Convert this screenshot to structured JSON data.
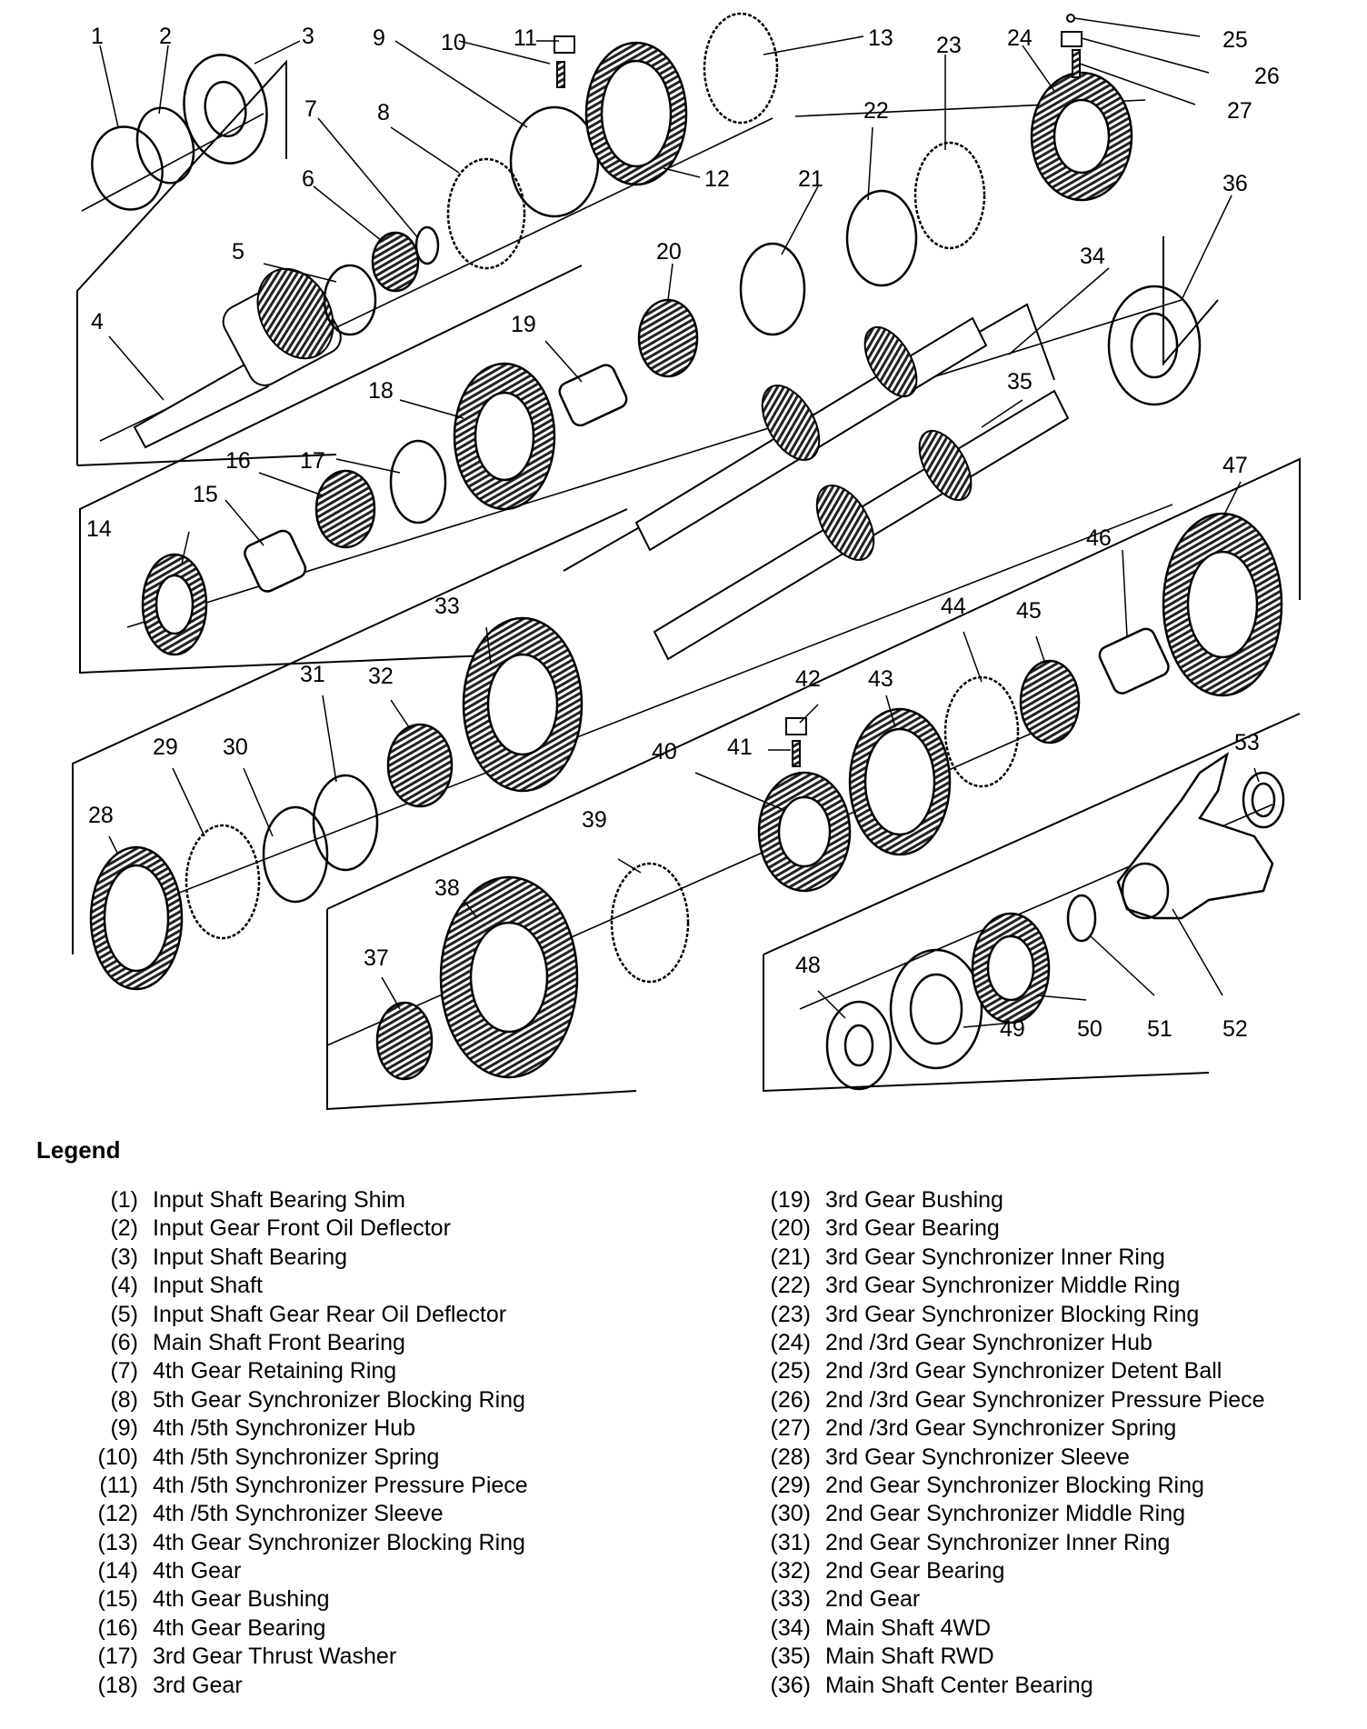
{
  "diagram": {
    "callouts": [
      "1",
      "2",
      "3",
      "4",
      "5",
      "6",
      "7",
      "8",
      "9",
      "10",
      "11",
      "12",
      "13",
      "14",
      "15",
      "16",
      "17",
      "18",
      "19",
      "20",
      "21",
      "22",
      "23",
      "24",
      "25",
      "26",
      "27",
      "28",
      "29",
      "30",
      "31",
      "32",
      "33",
      "34",
      "35",
      "36",
      "37",
      "38",
      "39",
      "40",
      "41",
      "42",
      "43",
      "44",
      "45",
      "46",
      "47",
      "48",
      "49",
      "50",
      "51",
      "52",
      "53"
    ]
  },
  "legend": {
    "title": "Legend",
    "left": [
      {
        "num": "(1)",
        "label": "Input Shaft Bearing Shim"
      },
      {
        "num": "(2)",
        "label": "Input Gear Front Oil Deflector"
      },
      {
        "num": "(3)",
        "label": "Input Shaft Bearing"
      },
      {
        "num": "(4)",
        "label": "Input Shaft"
      },
      {
        "num": "(5)",
        "label": "Input Shaft Gear Rear Oil Deflector"
      },
      {
        "num": "(6)",
        "label": "Main Shaft Front Bearing"
      },
      {
        "num": "(7)",
        "label": "4th Gear Retaining Ring"
      },
      {
        "num": "(8)",
        "label": "5th Gear Synchronizer Blocking Ring"
      },
      {
        "num": "(9)",
        "label": "4th /5th Synchronizer Hub"
      },
      {
        "num": "(10)",
        "label": "4th /5th Synchronizer Spring"
      },
      {
        "num": "(11)",
        "label": "4th /5th Synchronizer Pressure Piece"
      },
      {
        "num": "(12)",
        "label": "4th /5th Synchronizer Sleeve"
      },
      {
        "num": "(13)",
        "label": "4th Gear Synchronizer Blocking Ring"
      },
      {
        "num": "(14)",
        "label": "4th  Gear"
      },
      {
        "num": "(15)",
        "label": "4th Gear Bushing"
      },
      {
        "num": "(16)",
        "label": "4th Gear Bearing"
      },
      {
        "num": "(17)",
        "label": "3rd Gear Thrust Washer"
      },
      {
        "num": "(18)",
        "label": "3rd  Gear"
      }
    ],
    "right": [
      {
        "num": "(19)",
        "label": "3rd Gear Bushing"
      },
      {
        "num": "(20)",
        "label": "3rd Gear Bearing"
      },
      {
        "num": "(21)",
        "label": "3rd Gear Synchronizer Inner Ring"
      },
      {
        "num": "(22)",
        "label": "3rd Gear Synchronizer Middle Ring"
      },
      {
        "num": "(23)",
        "label": "3rd Gear Synchronizer Blocking Ring"
      },
      {
        "num": "(24)",
        "label": "2nd /3rd Gear Synchronizer Hub"
      },
      {
        "num": "(25)",
        "label": "2nd /3rd Gear Synchronizer Detent Ball"
      },
      {
        "num": "(26)",
        "label": "2nd /3rd Gear Synchronizer Pressure Piece"
      },
      {
        "num": "(27)",
        "label": "2nd /3rd Gear Synchronizer Spring"
      },
      {
        "num": "(28)",
        "label": "3rd Gear Synchronizer Sleeve"
      },
      {
        "num": "(29)",
        "label": "2nd Gear Synchronizer Blocking Ring"
      },
      {
        "num": "(30)",
        "label": "2nd Gear Synchronizer Middle Ring"
      },
      {
        "num": "(31)",
        "label": "2nd Gear Synchronizer Inner Ring"
      },
      {
        "num": "(32)",
        "label": "2nd Gear Bearing"
      },
      {
        "num": "(33)",
        "label": "2nd  Gear"
      },
      {
        "num": "(34)",
        "label": "Main Shaft 4WD"
      },
      {
        "num": "(35)",
        "label": "Main Shaft RWD"
      },
      {
        "num": "(36)",
        "label": "Main Shaft Center Bearing"
      }
    ]
  }
}
